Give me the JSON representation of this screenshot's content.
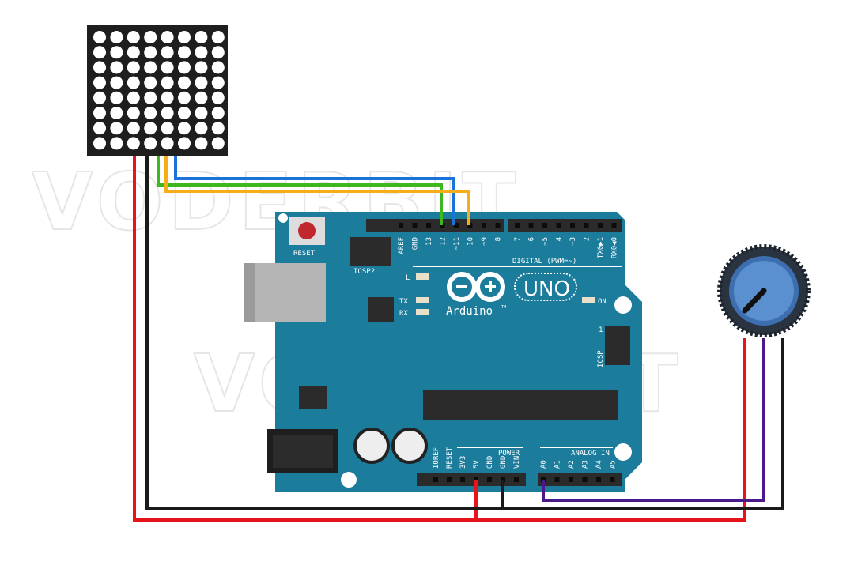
{
  "watermark": "VODERBIT",
  "board": {
    "brand": "Arduino",
    "trademark": "TM",
    "model": "UNO",
    "reset_label": "RESET",
    "icsp2_label": "ICSP2",
    "icsp_label": "ICSP",
    "icsp_pin1": "1",
    "led_l": "L",
    "led_tx": "TX",
    "led_rx": "RX",
    "led_on": "ON",
    "digital_label": "DIGITAL (PWM=~)",
    "power_label": "POWER",
    "analog_label": "ANALOG IN",
    "digital_pins_a": [
      "AREF",
      "GND",
      "13",
      "12",
      "~11",
      "~10",
      "~9",
      "8"
    ],
    "digital_pins_b": [
      "7",
      "~6",
      "~5",
      "4",
      "~3",
      "2",
      "TX0▶1",
      "RX0◀0"
    ],
    "power_pins": [
      "IOREF",
      "RESET",
      "3V3",
      "5V",
      "GND",
      "GND",
      "VIN"
    ],
    "analog_pins": [
      "A0",
      "A1",
      "A2",
      "A3",
      "A4",
      "A5"
    ],
    "color": "#1c7c9c"
  },
  "matrix": {
    "rows": 8,
    "cols": 8
  },
  "wires": {
    "red": "#e8141c",
    "black": "#1a1a1a",
    "blue": "#1a73d9",
    "green": "#3cb71e",
    "orange": "#f5ad1a",
    "purple": "#4b1a8a"
  }
}
